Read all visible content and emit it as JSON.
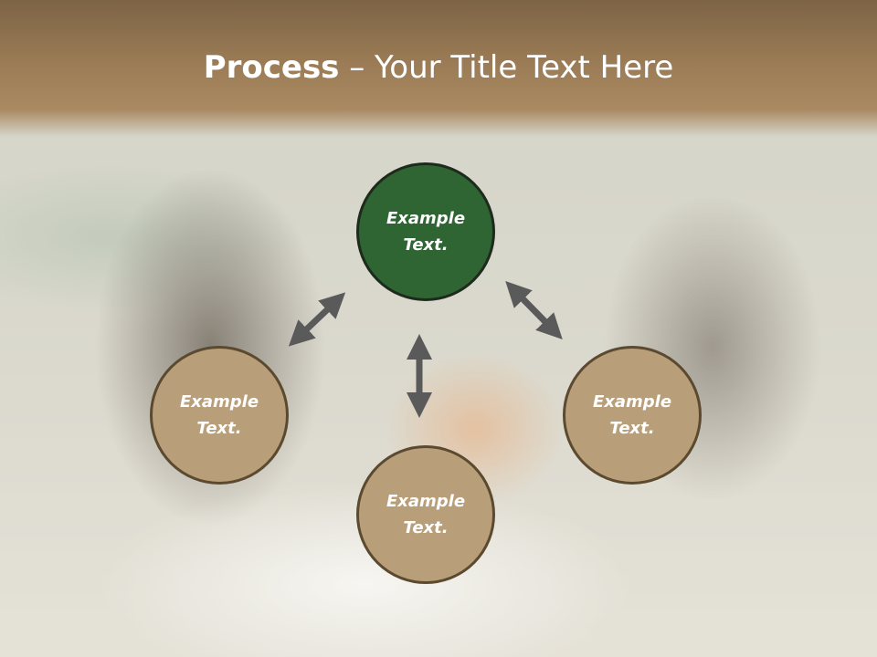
{
  "slide": {
    "title_strong": "Process",
    "title_rest": " – Your Title Text Here",
    "nodes": [
      {
        "label": "Example Text."
      },
      {
        "label": "Example Text."
      },
      {
        "label": "Example Text."
      },
      {
        "label": "Example Text."
      }
    ]
  },
  "colors": {
    "title_band": "#9a7b55",
    "node_tan": "#b99f79",
    "node_green": "#2f6433",
    "arrow": "#5a5a5a"
  }
}
